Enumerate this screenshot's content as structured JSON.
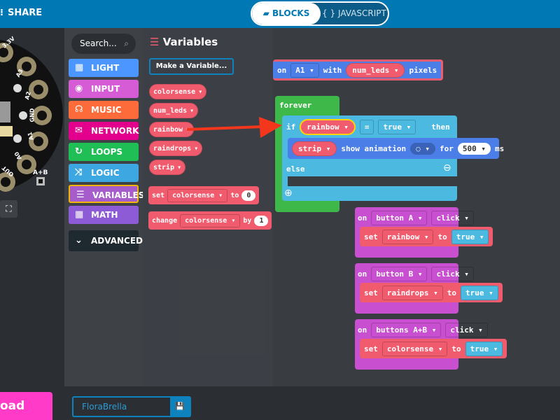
{
  "header": {
    "share_label": "SHARE",
    "tabs": [
      {
        "label": "BLOCKS",
        "active": true
      },
      {
        "label": "JAVASCRIPT",
        "active": false
      }
    ]
  },
  "simulator": {
    "pins": [
      "A3",
      "A2",
      "GND",
      "A1",
      "A0",
      "3.3V",
      "OUT"
    ],
    "ab_label": "A+B"
  },
  "toolbox": {
    "search_placeholder": "Search...",
    "categories": [
      {
        "label": "LIGHT",
        "color": "#4c97ff",
        "icon": "grid-icon"
      },
      {
        "label": "INPUT",
        "color": "#d65cd6",
        "icon": "target-icon"
      },
      {
        "label": "MUSIC",
        "color": "#fe6b3a",
        "icon": "headphones-icon"
      },
      {
        "label": "NETWORK",
        "color": "#e3008c",
        "icon": "chat-icon"
      },
      {
        "label": "LOOPS",
        "color": "#20bf55",
        "icon": "refresh-icon"
      },
      {
        "label": "LOGIC",
        "color": "#3ca7e0",
        "icon": "shuffle-icon"
      },
      {
        "label": "VARIABLES",
        "color": "#a75ccb",
        "icon": "list-icon",
        "selected": true
      },
      {
        "label": "MATH",
        "color": "#8e5bd6",
        "icon": "calculator-icon"
      },
      {
        "label": "ADVANCED",
        "color": "#1e2a2f",
        "icon": "chevron-down-icon"
      }
    ]
  },
  "flyout": {
    "title": "Variables",
    "make_variable": "Make a Variable...",
    "variables": [
      "colorsense",
      "num_leds",
      "rainbow",
      "raindrops",
      "strip"
    ],
    "set_block": {
      "kw": "set",
      "var": "colorsense",
      "to": "to",
      "value": "0"
    },
    "change_block": {
      "kw": "change",
      "var": "colorsense",
      "by": "by",
      "value": "1"
    }
  },
  "workspace": {
    "strip_block": {
      "on": "on",
      "pin": "A1",
      "with": "with",
      "var": "num_leds",
      "pixels": "pixels"
    },
    "forever": {
      "label": "forever",
      "if": "if",
      "var": "rainbow",
      "op": "=",
      "value": "true",
      "then": "then",
      "strip": "strip",
      "show": "show animation",
      "for": "for",
      "ms_value": "500",
      "ms": "ms",
      "else": "else"
    },
    "events": [
      {
        "on": "on",
        "button": "button A",
        "action": "click",
        "set": "set",
        "var": "rainbow",
        "to": "to",
        "value": "true"
      },
      {
        "on": "on",
        "button": "button B",
        "action": "click",
        "set": "set",
        "var": "raindrops",
        "to": "to",
        "value": "true"
      },
      {
        "on": "on",
        "button": "buttons A+B",
        "action": "click",
        "set": "set",
        "var": "colorsense",
        "to": "to",
        "value": "true"
      }
    ]
  },
  "footer": {
    "download_label": "oad",
    "project_name": "FloraBrella"
  }
}
